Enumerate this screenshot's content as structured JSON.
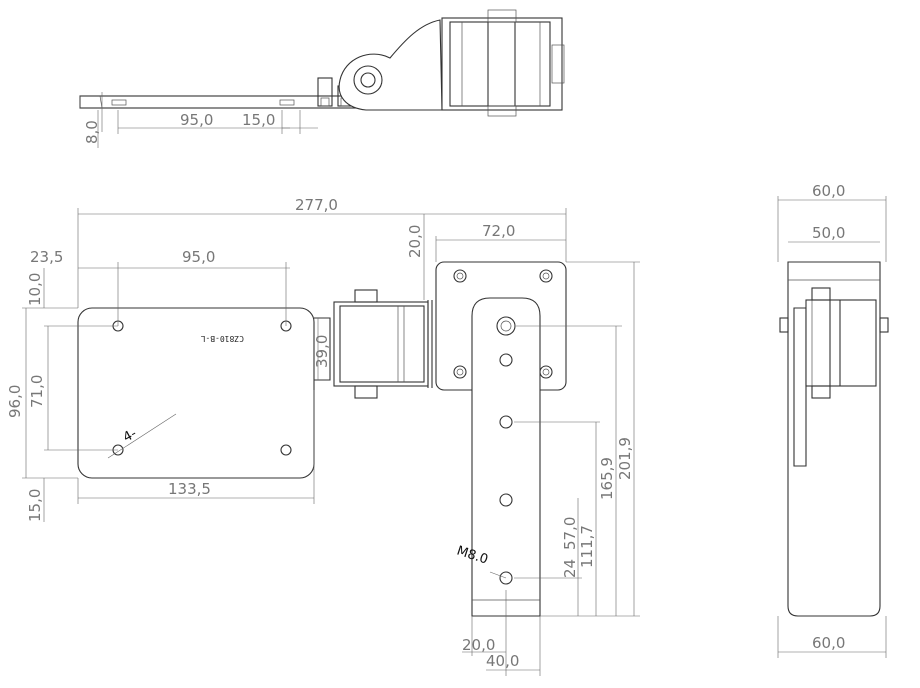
{
  "top_view": {
    "dims": [
      "8,0",
      "95,0",
      "15,0"
    ]
  },
  "front_view": {
    "dims": {
      "overall_width": "277,0",
      "plate_width": "133,5",
      "hole_spacing_h": "95,0",
      "edge_left": "23,5",
      "edge_top": "10,0",
      "height_overall": "96,0",
      "hole_spacing_v": "71,0",
      "edge_bottom": "15,0",
      "knuckle_height": "39,0",
      "offset_top": "20,0",
      "pad_width": "72,0",
      "arm_length": "201,9",
      "hole_1": "165,9",
      "hole_2": "111,7",
      "hole_3": "24",
      "hole_4": "57,0",
      "arm_tip": "20,0",
      "arm_width": "40,0"
    },
    "labels": {
      "part_number": "CZ810-B-L",
      "hole_count": "4-",
      "thread": "M8.0"
    }
  },
  "side_view": {
    "dims": [
      "60,0",
      "50,0",
      "60,0"
    ]
  }
}
